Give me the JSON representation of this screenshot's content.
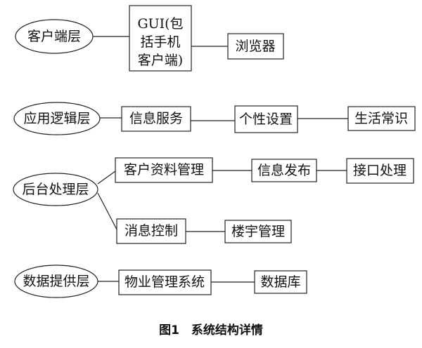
{
  "layers": {
    "client": "客户端层",
    "app_logic": "应用逻辑层",
    "backend": "后台处理层",
    "data": "数据提供层"
  },
  "nodes": {
    "gui_line1": "GUI(包",
    "gui_line2": "括手机",
    "gui_line3": "客户端)",
    "browser": "浏览器",
    "info_service": "信息服务",
    "personalize": "个性设置",
    "life_tips": "生活常识",
    "customer_mgmt": "客户资料管理",
    "info_publish": "信息发布",
    "interface_proc": "接口处理",
    "msg_control": "消息控制",
    "building_mgmt": "楼宇管理",
    "property_system": "物业管理系统",
    "database": "数据库"
  },
  "caption": "图1　系统结构详情"
}
